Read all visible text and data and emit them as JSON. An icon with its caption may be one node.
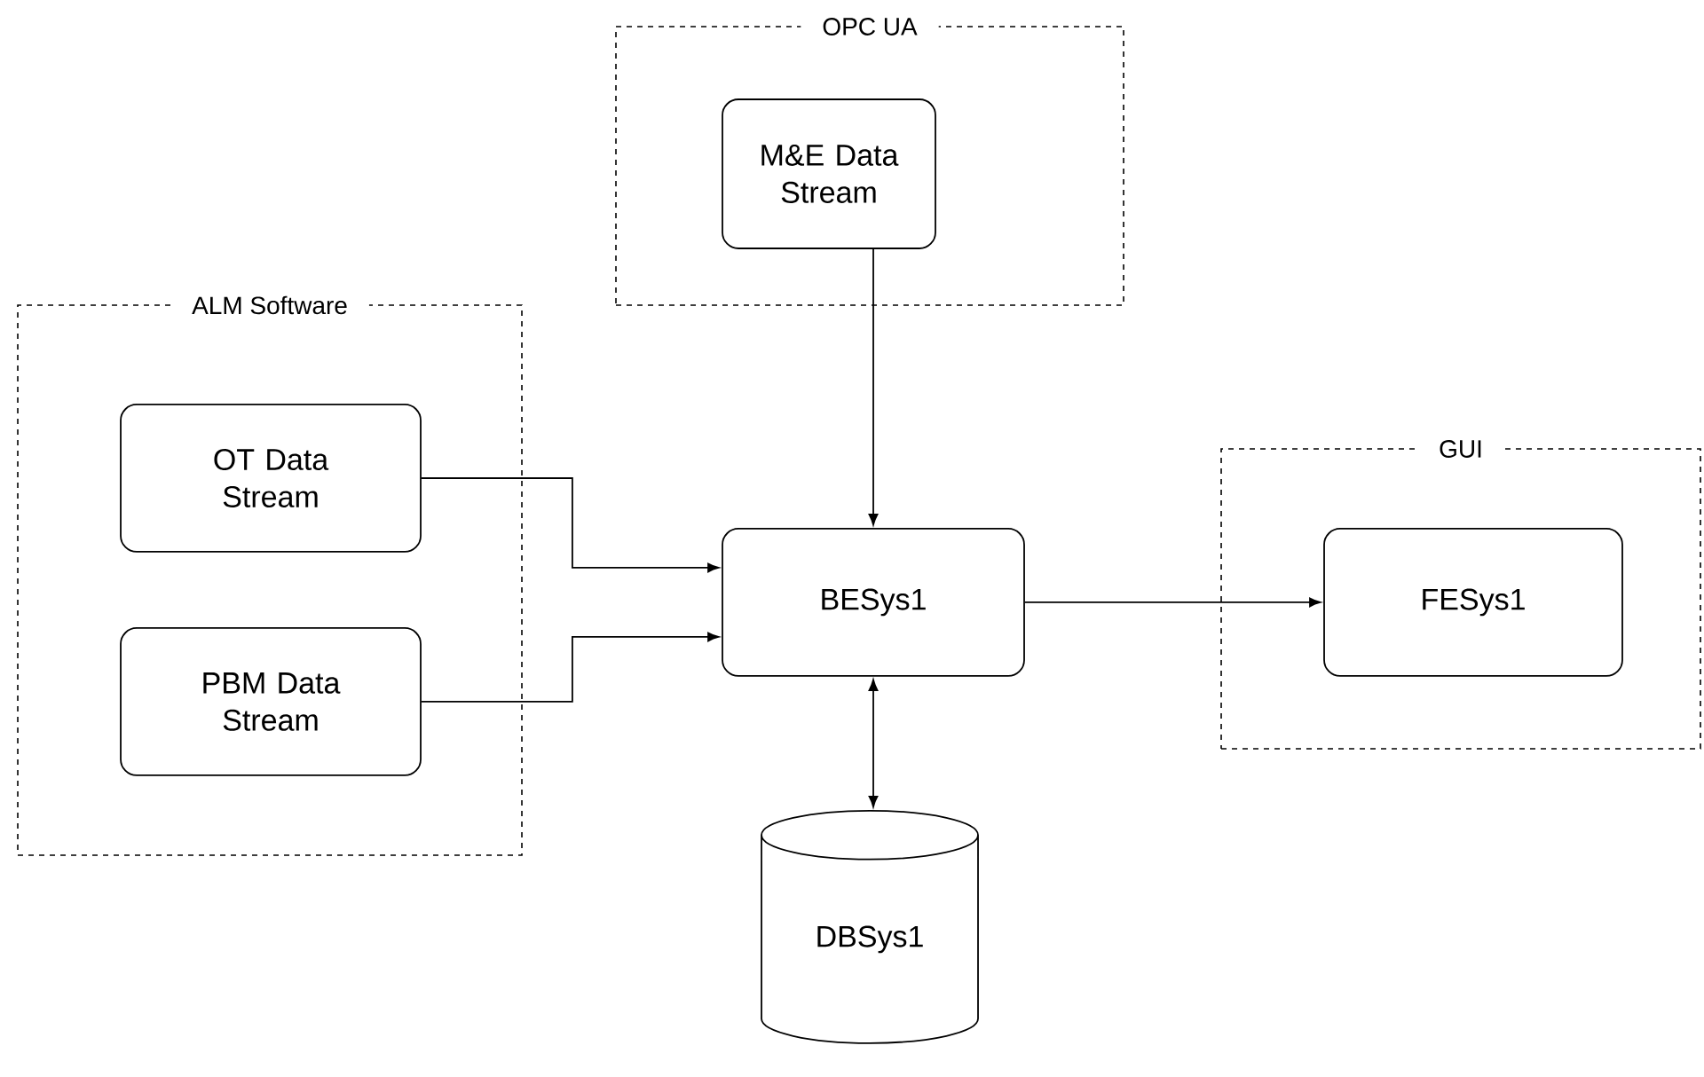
{
  "diagram": {
    "nodes": [
      {
        "text": [
          "OPC UA"
        ]
      },
      {
        "text": [
          "M&E Data Stream"
        ],
        "in": 0
      },
      {
        "text": [
          "ALM Software"
        ]
      },
      {
        "text": [
          "OT Data Stream"
        ],
        "in": 2
      },
      {
        "text": [
          "PBM Data Stream"
        ],
        "in": 2
      },
      {
        "text": [
          "BESys1"
        ]
      },
      {
        "text": [
          "GUI"
        ]
      },
      {
        "text": [
          "FESys1"
        ],
        "in": 6
      },
      {
        "text": [
          "DBSys1"
        ]
      }
    ],
    "edges": [
      {
        "from": 1,
        "to": 5,
        "arrow": "to"
      },
      {
        "from": 3,
        "to": 5,
        "arrow": "to"
      },
      {
        "from": 4,
        "to": 5,
        "arrow": "to"
      },
      {
        "from": 5,
        "to": 7,
        "arrow": "to"
      },
      {
        "from": 5,
        "to": 8,
        "arrow": "both"
      }
    ]
  }
}
